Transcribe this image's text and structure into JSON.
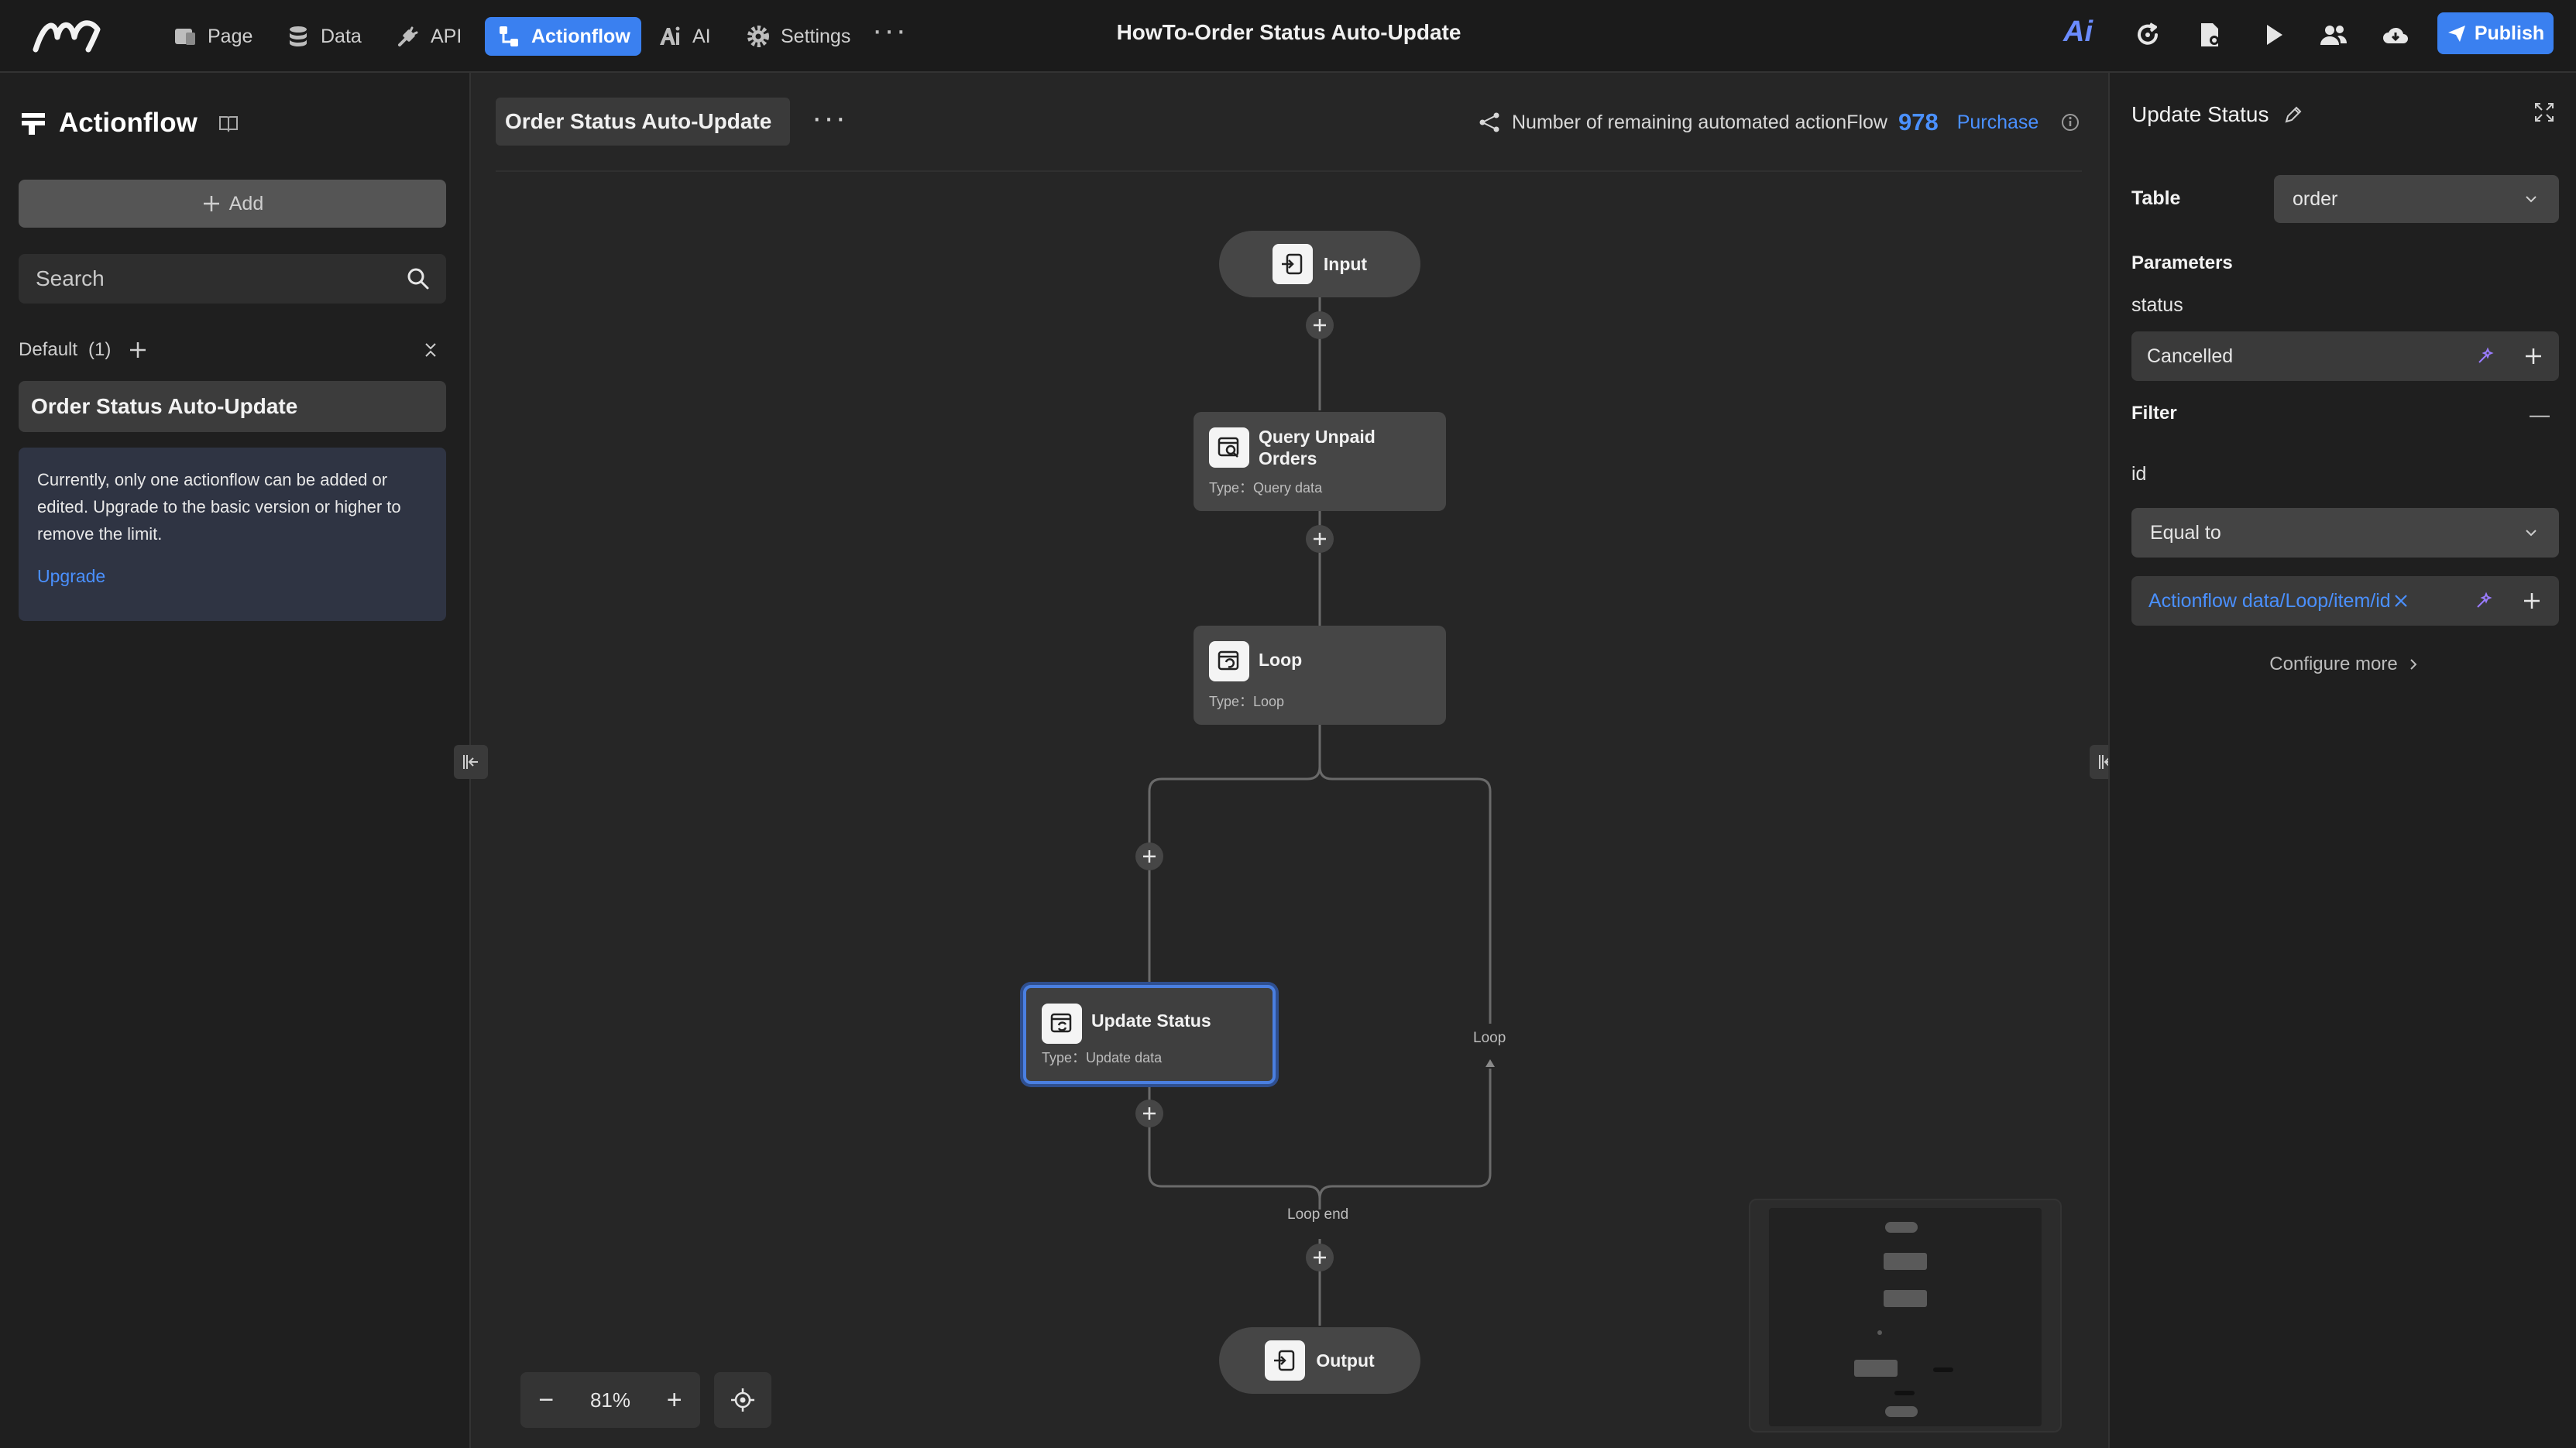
{
  "topbar": {
    "nav": [
      {
        "label": "Page",
        "icon": "page-icon"
      },
      {
        "label": "Data",
        "icon": "database-icon"
      },
      {
        "label": "API",
        "icon": "api-plug-icon"
      },
      {
        "label": "Actionflow",
        "icon": "actionflow-icon"
      },
      {
        "label": "AI",
        "icon": "ai-icon"
      },
      {
        "label": "Settings",
        "icon": "gear-icon"
      }
    ],
    "more": "···",
    "title": "HowTo-Order Status Auto-Update",
    "ai_mark": "Ai",
    "publish_label": "Publish",
    "accent": "#3a80f0"
  },
  "sidebar": {
    "title": "Actionflow",
    "add_label": "Add",
    "search_placeholder": "Search",
    "group": {
      "name": "Default",
      "count": "(1)"
    },
    "item": "Order Status Auto-Update",
    "notice": {
      "text": "Currently, only one actionflow can be added or edited. Upgrade to the basic version or higher to remove the limit.",
      "link": "Upgrade"
    }
  },
  "canvas": {
    "crumb": "Order Status Auto-Update",
    "crumb_more": "···",
    "remaining": {
      "text": "Number of remaining automated actionFlow",
      "count": "978",
      "link": "Purchase"
    },
    "nodes": {
      "input": "Input",
      "query": {
        "title": "Query Unpaid Orders",
        "type": "Type：Query data"
      },
      "loop": {
        "title": "Loop",
        "type": "Type：Loop"
      },
      "update": {
        "title": "Update Status",
        "type": "Type：Update data"
      },
      "output": "Output"
    },
    "edge_labels": {
      "loop": "Loop",
      "loop_end": "Loop end"
    },
    "zoom": {
      "minus": "−",
      "value": "81%",
      "plus": "+"
    }
  },
  "right_panel": {
    "title": "Update Status",
    "table_label": "Table",
    "table_value": "order",
    "parameters_label": "Parameters",
    "param_name": "status",
    "param_value": "Cancelled",
    "filter_label": "Filter",
    "filter_collapse": "—",
    "filter_field": "id",
    "operator": "Equal to",
    "filter_value": "Actionflow data/Loop/item/id",
    "configure_more": "Configure more"
  }
}
